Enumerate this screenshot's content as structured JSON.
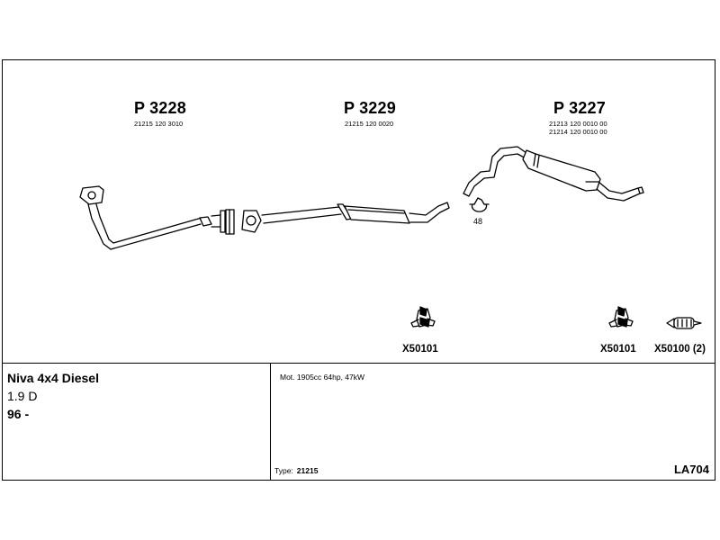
{
  "parts": [
    {
      "number": "P 3228",
      "oem": [
        "21215 120 3010"
      ]
    },
    {
      "number": "P 3229",
      "oem": [
        "21215 120 0020"
      ]
    },
    {
      "number": "P 3227",
      "oem": [
        "21213 120 0010 00",
        "21214 120 0010 00"
      ]
    }
  ],
  "clamp": {
    "label": "48"
  },
  "mounts": [
    {
      "code": "X50101"
    },
    {
      "code": "X50101"
    },
    {
      "code": "X50100 (2)"
    }
  ],
  "vehicle": {
    "model": "Niva 4x4 Diesel",
    "engine": "1.9 D",
    "years": "96 -"
  },
  "specs": {
    "motor": "Mot. 1905cc 64hp, 47kW",
    "type_label": "Type:",
    "type_value": "21215",
    "reference": "LA704"
  }
}
